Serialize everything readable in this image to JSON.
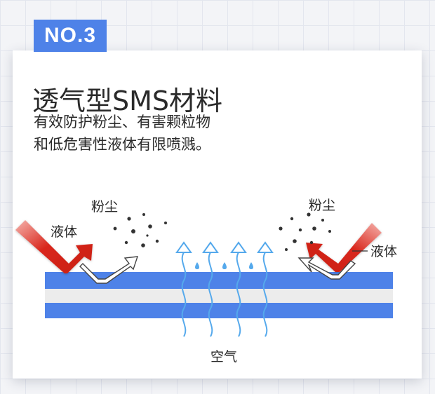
{
  "badge": {
    "text": "NO.3",
    "color": "#4e82e8"
  },
  "title": "透气型SMS材料",
  "description": {
    "line1": "有效防护粉尘、有害颗粒物",
    "line2": "和低危害性液体有限喷溅。"
  },
  "diagram": {
    "left_dust_label": "粉尘",
    "left_liquid_label": "液体",
    "right_dust_label": "粉尘",
    "right_liquid_label": "液体",
    "air_label": "空气",
    "colors": {
      "layer_blue": "#4e82e8",
      "layer_middle": "#ececec",
      "liquid_arrow": "#d9281d",
      "air_arrow": "#55a9ec",
      "particle": "#333333"
    }
  }
}
